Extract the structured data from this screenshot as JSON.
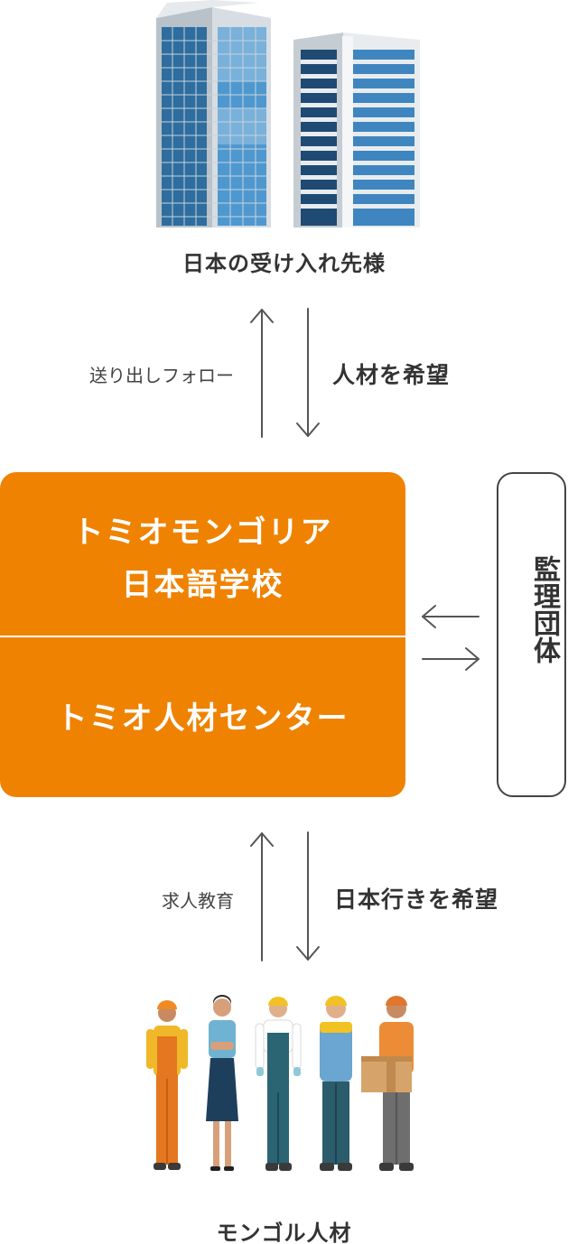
{
  "top": {
    "caption": "日本の受け入れ先様"
  },
  "flow_top": {
    "up_label": "送り出しフォロー",
    "down_label": "人材を希望"
  },
  "school": {
    "line1": "トミオモンゴリア",
    "line2": "日本語学校",
    "center_name": "トミオ人材センター",
    "color": "#ef8200"
  },
  "supervisor": {
    "label": "監理団体"
  },
  "flow_bottom": {
    "up_label": "求人教育",
    "down_label": "日本行きを希望"
  },
  "bottom": {
    "caption": "モンゴル人材"
  },
  "icons": {
    "buildings": "office-buildings-illustration",
    "workers": "workers-group-illustration"
  }
}
